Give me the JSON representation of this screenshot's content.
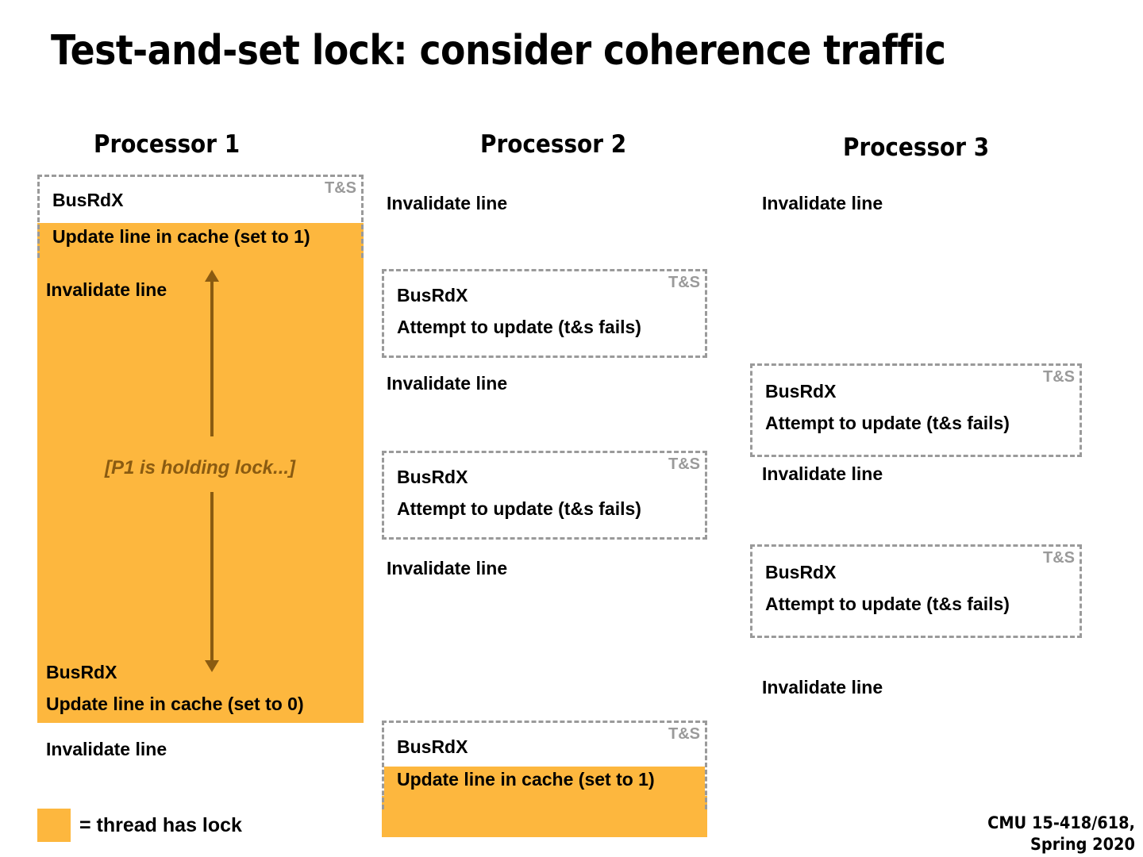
{
  "slide": {
    "title": "Test-and-set lock: consider coherence traffic",
    "footer": "CMU 15-418/618,\nSpring 2020",
    "accent_orange": "#FDB73E",
    "accent_brown": "#8A5B11",
    "dash_gray": "#9A9A9A"
  },
  "columns": {
    "p1": {
      "header": "Processor 1"
    },
    "p2": {
      "header": "Processor 2"
    },
    "p3": {
      "header": "Processor 3"
    }
  },
  "labels": {
    "ts": "T&S",
    "busrdx": "BusRdX",
    "invalidate": "Invalidate line",
    "update_set1": "Update line in cache (set to 1)",
    "update_set0": "Update line in cache (set to 0)",
    "attempt_fail": "Attempt to update (t&s fails)",
    "holding": "[P1 is holding lock...]"
  },
  "legend": {
    "label": "= thread has lock"
  },
  "p1_steps": [
    {
      "id": "p1-box-acquire",
      "lines": [
        "BusRdX",
        "Update line in cache (set to 1)"
      ],
      "ts": "T&S"
    },
    {
      "id": "p1-invalidate-1",
      "text": "Invalidate line"
    },
    {
      "id": "p1-holding",
      "text": "[P1 is holding lock...]"
    },
    {
      "id": "p1-busrdx-release",
      "text": "BusRdX"
    },
    {
      "id": "p1-update-0",
      "text": "Update line in cache (set to 0)"
    },
    {
      "id": "p1-invalidate-2",
      "text": "Invalidate line"
    }
  ],
  "p2_steps": [
    {
      "id": "p2-invalidate-1",
      "text": "Invalidate line"
    },
    {
      "id": "p2-box-1",
      "lines": [
        "BusRdX",
        "Attempt to update (t&s fails)"
      ],
      "ts": "T&S"
    },
    {
      "id": "p2-invalidate-2",
      "text": "Invalidate line"
    },
    {
      "id": "p2-box-2",
      "lines": [
        "BusRdX",
        "Attempt to update (t&s fails)"
      ],
      "ts": "T&S"
    },
    {
      "id": "p2-invalidate-3",
      "text": "Invalidate line"
    },
    {
      "id": "p2-box-3",
      "lines": [
        "BusRdX",
        "Update line in cache (set to 1)"
      ],
      "ts": "T&S"
    }
  ],
  "p3_steps": [
    {
      "id": "p3-invalidate-1",
      "text": "Invalidate line"
    },
    {
      "id": "p3-box-1",
      "lines": [
        "BusRdX",
        "Attempt to update (t&s fails)"
      ],
      "ts": "T&S"
    },
    {
      "id": "p3-invalidate-2",
      "text": "Invalidate line"
    },
    {
      "id": "p3-box-2",
      "lines": [
        "BusRdX",
        "Attempt to update (t&s fails)"
      ],
      "ts": "T&S"
    },
    {
      "id": "p3-invalidate-3",
      "text": "Invalidate line"
    }
  ]
}
